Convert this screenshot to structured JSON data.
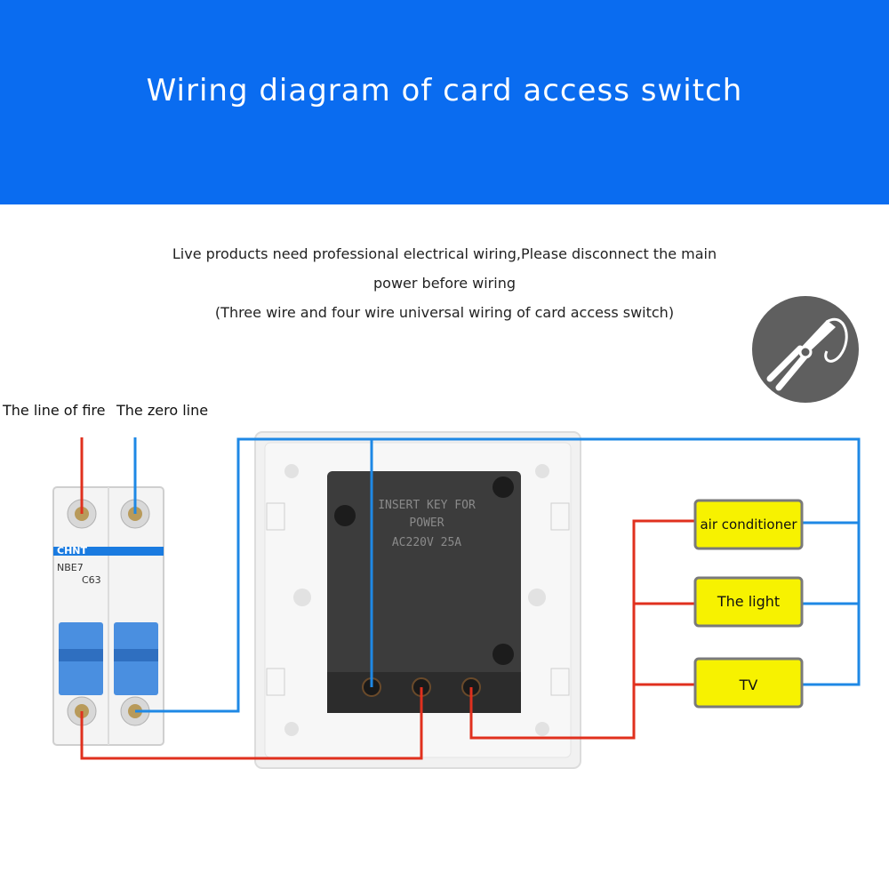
{
  "header": {
    "title": "Wiring diagram of card access switch",
    "color": "#0a6cf0"
  },
  "notice": {
    "line1": "Live products need professional electrical wiring,Please disconnect the main",
    "line2": "power before wiring",
    "line3": "(Three wire and four wire universal wiring of card access switch)"
  },
  "labels": {
    "fire_line": "The line of fire",
    "zero_line": "The zero line"
  },
  "breaker": {
    "brand": "CHNT",
    "model": "NBE7",
    "rating": "C63"
  },
  "switch": {
    "stamp_line1": "INSERT KEY FOR",
    "stamp_line2": "POWER",
    "stamp_line3": "AC220V 25A"
  },
  "devices": [
    {
      "label": "air conditioner"
    },
    {
      "label": "The light"
    },
    {
      "label": "TV"
    }
  ],
  "colors": {
    "live_wire": "#e0301e",
    "neutral_wire": "#1e88e5",
    "device_fill": "#f7f200"
  },
  "icons": {
    "tool": "pliers-icon"
  }
}
